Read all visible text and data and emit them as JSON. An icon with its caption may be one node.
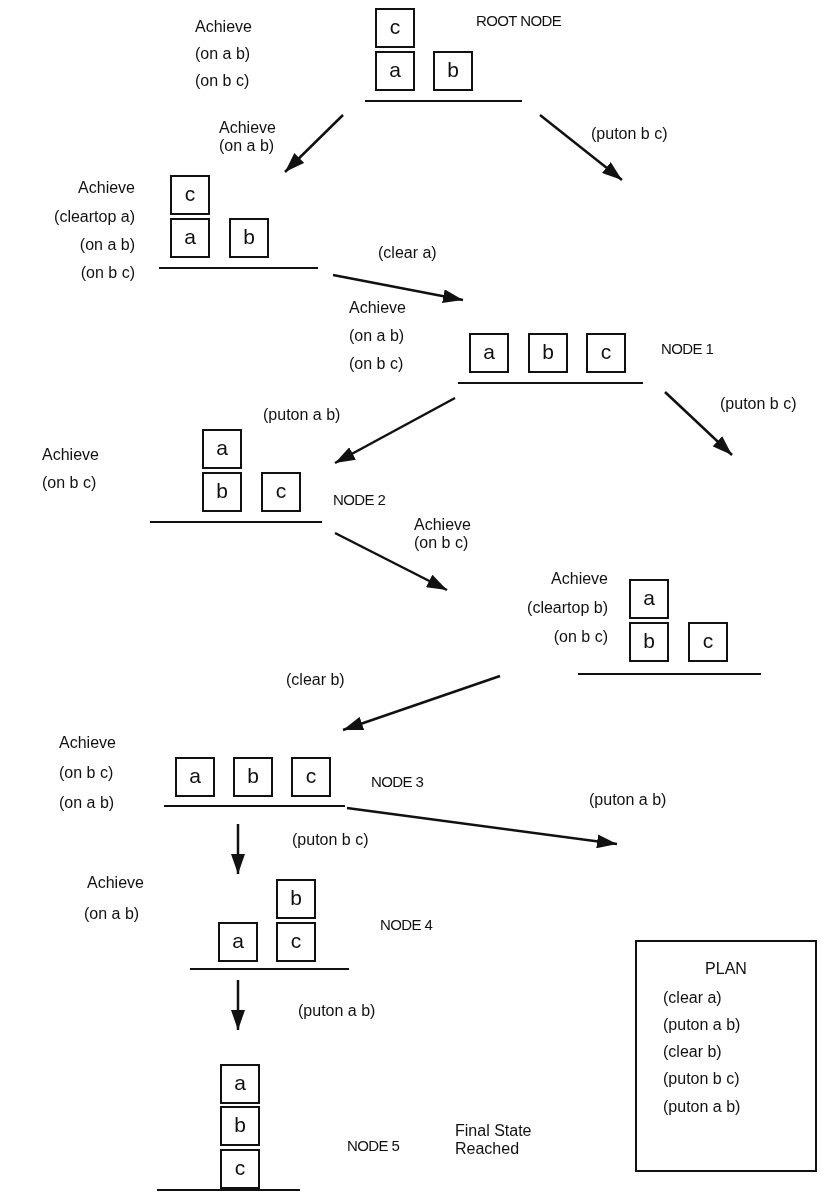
{
  "diagram": {
    "nodes": [
      {
        "text": [],
        "shape": "bar",
        "beside": [
          "Achieve",
          "(on a b)",
          "(on b c)",
          "ROOT NODE"
        ]
      },
      {
        "text": [
          "c"
        ],
        "in": 0
      },
      {
        "text": [
          "a"
        ],
        "in": 0
      },
      {
        "text": [
          "b"
        ],
        "in": 0
      },
      {
        "text": [],
        "shape": "bar",
        "beside": [
          "Achieve",
          "(cleartop a)",
          "(on a b)",
          "(on b c)"
        ]
      },
      {
        "text": [
          "c"
        ],
        "in": 4
      },
      {
        "text": [
          "a"
        ],
        "in": 4
      },
      {
        "text": [
          "b"
        ],
        "in": 4
      },
      {
        "text": [],
        "shape": "bar",
        "beside": [
          "Achieve",
          "(on a b)",
          "(on b c)",
          "NODE 1"
        ]
      },
      {
        "text": [
          "a"
        ],
        "in": 8
      },
      {
        "text": [
          "b"
        ],
        "in": 8
      },
      {
        "text": [
          "c"
        ],
        "in": 8
      },
      {
        "text": [],
        "shape": "bar",
        "beside": [
          "Achieve",
          "(on b c)",
          "NODE 2"
        ]
      },
      {
        "text": [
          "a"
        ],
        "in": 12
      },
      {
        "text": [
          "b"
        ],
        "in": 12
      },
      {
        "text": [
          "c"
        ],
        "in": 12
      },
      {
        "text": [],
        "shape": "bar",
        "beside": [
          "Achieve",
          "(cleartop b)",
          "(on b c)"
        ]
      },
      {
        "text": [
          "a"
        ],
        "in": 16
      },
      {
        "text": [
          "b"
        ],
        "in": 16
      },
      {
        "text": [
          "c"
        ],
        "in": 16
      },
      {
        "text": [],
        "shape": "bar",
        "beside": [
          "Achieve",
          "(on b c)",
          "(on a b)",
          "NODE 3"
        ]
      },
      {
        "text": [
          "a"
        ],
        "in": 20
      },
      {
        "text": [
          "b"
        ],
        "in": 20
      },
      {
        "text": [
          "c"
        ],
        "in": 20
      },
      {
        "text": [],
        "shape": "bar",
        "beside": [
          "Achieve",
          "(on a b)",
          "NODE 4"
        ]
      },
      {
        "text": [
          "b"
        ],
        "in": 24
      },
      {
        "text": [
          "a"
        ],
        "in": 24
      },
      {
        "text": [
          "c"
        ],
        "in": 24
      },
      {
        "text": [],
        "shape": "bar",
        "beside": [
          "NODE 5",
          "Final State Reached"
        ]
      },
      {
        "text": [
          "a"
        ],
        "in": 28
      },
      {
        "text": [
          "b"
        ],
        "in": 28
      },
      {
        "text": [
          "c"
        ],
        "in": 28
      },
      {
        "text": [
          "PLAN",
          "(clear a)",
          "(puton a b)",
          "(clear b)",
          "(puton b c)",
          "(puton a b)"
        ]
      }
    ],
    "edges": [
      {
        "from": 0,
        "to": 4,
        "arrow": "to",
        "label": "Achieve (on a b)"
      },
      {
        "from": 0,
        "to": null,
        "arrow": "to",
        "label": "(puton b c)"
      },
      {
        "from": 4,
        "to": 8,
        "arrow": "to",
        "label": "(clear a)"
      },
      {
        "from": 8,
        "to": 12,
        "arrow": "to",
        "label": "(puton a b)"
      },
      {
        "from": 8,
        "to": null,
        "arrow": "to",
        "label": "(puton b c)"
      },
      {
        "from": 12,
        "to": 16,
        "arrow": "to",
        "label": "Achieve (on b c)"
      },
      {
        "from": 16,
        "to": 20,
        "arrow": "to",
        "label": "(clear b)"
      },
      {
        "from": 20,
        "to": 24,
        "arrow": "to",
        "label": "(puton b c)"
      },
      {
        "from": 20,
        "to": null,
        "arrow": "to",
        "label": "(puton a b)"
      },
      {
        "from": 24,
        "to": 28,
        "arrow": "to",
        "label": "(puton a b)"
      }
    ]
  }
}
